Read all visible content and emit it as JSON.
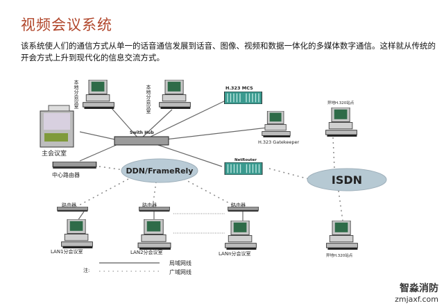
{
  "title": "视频会议系统",
  "paragraph": "该系统使人们的通信方式从单一的话音通信发展到话音、图像、视频和数据一体化的多媒体数字通信。这样就从传统的开会方式上升到现代化的信息交流方式。",
  "diagram": {
    "local_room_1": "本地分会议室",
    "local_room_2": "本地分会议室",
    "main_room": "主会议室",
    "central_router": "中心路由器",
    "hub": "Swith Hub",
    "mcs": "H.323 MCS",
    "gatekeeper": "H.323 Gatekeeper",
    "net_router": "NetRouter",
    "ddn": "DDN/FrameRely",
    "isdn": "ISDN",
    "remote_top": "异地H.320站点",
    "remote_bottom": "异地H.320站点",
    "router_label": "路由器",
    "lan1": "LAN1分会议室",
    "lan2": "LAN2分会议室",
    "lann": "LANn分会议室",
    "legend_note": "注:",
    "legend_lan": "局域网线",
    "legend_wan": "广域网线"
  },
  "watermark": {
    "name": "智淼消防",
    "url": "zmjaxf.com"
  }
}
